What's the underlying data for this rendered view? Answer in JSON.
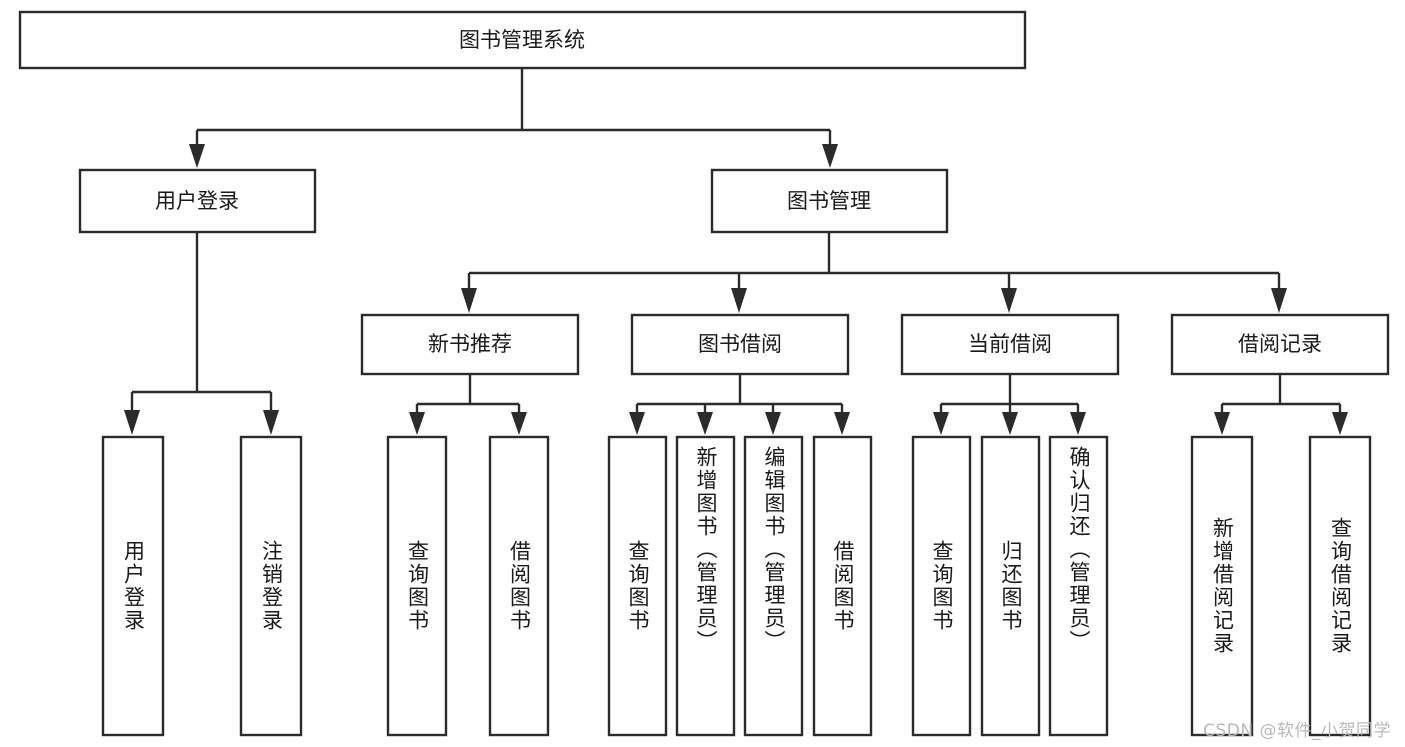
{
  "diagram": {
    "type": "tree-hierarchy",
    "title": "图书管理系统",
    "colors": {
      "stroke": "#2b2b2b",
      "fill": "#ffffff",
      "text": "#1a1a1a",
      "watermark": "#b9b9b9",
      "background": "#ffffff"
    },
    "levels": {
      "root": {
        "label": "图书管理系统"
      },
      "level2": [
        {
          "id": "user-login",
          "label": "用户登录"
        },
        {
          "id": "book-management",
          "label": "图书管理"
        }
      ],
      "level3": [
        {
          "id": "new-book-recommend",
          "label": "新书推荐",
          "parent": "book-management"
        },
        {
          "id": "book-borrow",
          "label": "图书借阅",
          "parent": "book-management"
        },
        {
          "id": "current-borrow",
          "label": "当前借阅",
          "parent": "book-management"
        },
        {
          "id": "borrow-record",
          "label": "借阅记录",
          "parent": "book-management"
        }
      ],
      "leaves": [
        {
          "id": "leaf-user-login",
          "label": "用户登录",
          "parent": "user-login"
        },
        {
          "id": "leaf-user-logout",
          "label": "注销登录",
          "parent": "user-login"
        },
        {
          "id": "leaf-query-book-1",
          "label": "查询图书",
          "parent": "new-book-recommend"
        },
        {
          "id": "leaf-borrow-book-1",
          "label": "借阅图书",
          "parent": "new-book-recommend"
        },
        {
          "id": "leaf-query-book-2",
          "label": "查询图书",
          "parent": "book-borrow"
        },
        {
          "id": "leaf-add-book",
          "label": "新增图书（管理员）",
          "parent": "book-borrow"
        },
        {
          "id": "leaf-edit-book",
          "label": "编辑图书（管理员）",
          "parent": "book-borrow"
        },
        {
          "id": "leaf-borrow-book-2",
          "label": "借阅图书",
          "parent": "book-borrow"
        },
        {
          "id": "leaf-query-book-3",
          "label": "查询图书",
          "parent": "current-borrow"
        },
        {
          "id": "leaf-return-book",
          "label": "归还图书",
          "parent": "current-borrow"
        },
        {
          "id": "leaf-confirm-return",
          "label": "确认归还（管理员）",
          "parent": "current-borrow"
        },
        {
          "id": "leaf-add-record",
          "label": "新增借阅记录",
          "parent": "borrow-record"
        },
        {
          "id": "leaf-query-record",
          "label": "查询借阅记录",
          "parent": "borrow-record"
        }
      ]
    },
    "watermark": "CSDN @软件_小贺同学"
  }
}
